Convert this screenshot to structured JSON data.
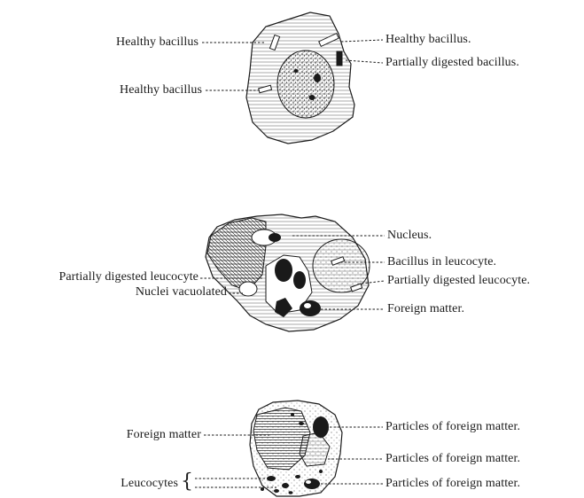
{
  "figure1": {
    "labels": {
      "healthy_bacillus_left_top": "Healthy bacillus",
      "healthy_bacillus_right": "Healthy bacillus.",
      "partially_digested_bacillus": "Partially digested bacillus.",
      "healthy_bacillus_left_bottom": "Healthy bacillus"
    }
  },
  "figure2": {
    "labels": {
      "nucleus": "Nucleus.",
      "bacillus_in_leucocyte": "Bacillus in leucocyte.",
      "partially_digested_leucocyte_left": "Partially digested leucocyte",
      "nuclei_vacuolated": "Nuclei vacuolated",
      "partially_digested_leucocyte_right": "Partially digested leucocyte.",
      "foreign_matter": "Foreign matter."
    }
  },
  "figure3": {
    "labels": {
      "foreign_matter": "Foreign matter",
      "particles_1": "Particles of foreign matter.",
      "particles_2": "Particles of foreign matter.",
      "particles_3": "Particles of foreign matter.",
      "leucocytes": "Leucocytes"
    }
  },
  "colors": {
    "ink": "#1a1a1a",
    "paper": "#ffffff"
  }
}
